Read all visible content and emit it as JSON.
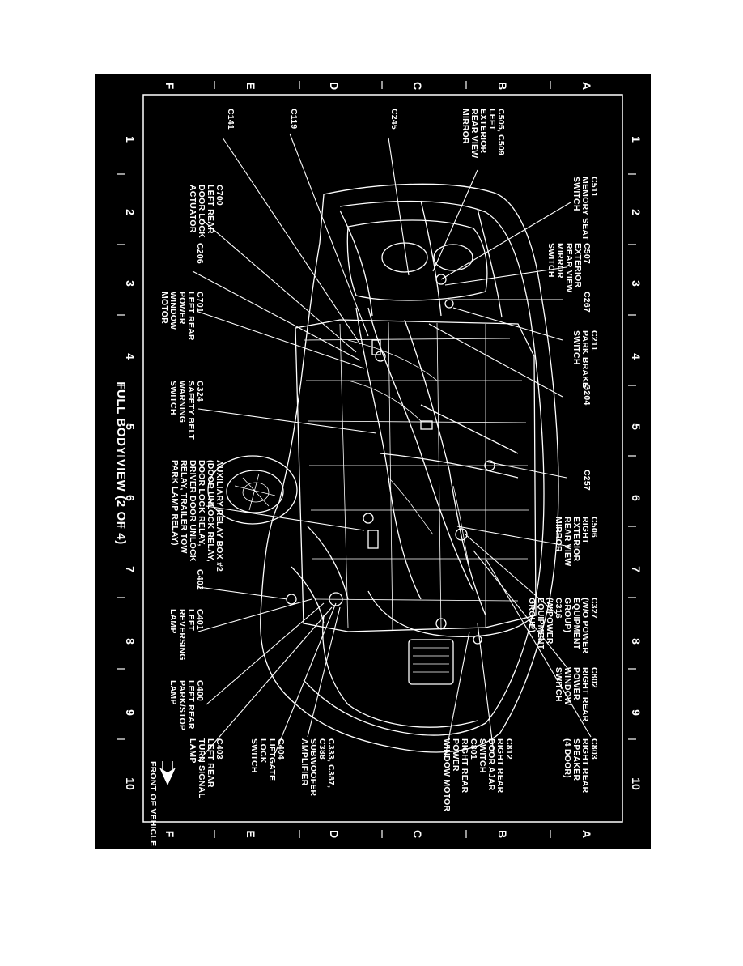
{
  "title": "FULL BODY VIEW (2 OF 4)",
  "front_label": "FRONT OF VEHICLE",
  "grid": {
    "numbers": [
      "1",
      "2",
      "3",
      "4",
      "5",
      "6",
      "7",
      "8",
      "9",
      "10"
    ],
    "letters": [
      "A",
      "B",
      "C",
      "D",
      "E",
      "F"
    ]
  },
  "callouts": [
    {
      "id": "c505",
      "lines": [
        "C505, C509",
        "LEFT",
        "EXTERIOR",
        "REAR VIEW",
        "MIRROR"
      ]
    },
    {
      "id": "c245",
      "lines": [
        "C245"
      ]
    },
    {
      "id": "c119",
      "lines": [
        "C119"
      ]
    },
    {
      "id": "c141",
      "lines": [
        "C141"
      ]
    },
    {
      "id": "c511",
      "lines": [
        "C511",
        "MEMORY SEAT",
        "SWITCH"
      ]
    },
    {
      "id": "c700",
      "lines": [
        "C700",
        "LEFT REAR",
        "DOOR LOCK",
        "ACTUATOR"
      ]
    },
    {
      "id": "c507",
      "lines": [
        "C507",
        "EXTERIOR",
        "REAR VIEW",
        "MIRROR",
        "SWITCH"
      ]
    },
    {
      "id": "c206",
      "lines": [
        "C206"
      ]
    },
    {
      "id": "c267",
      "lines": [
        "C267"
      ]
    },
    {
      "id": "c701",
      "lines": [
        "C701",
        "LEFT REAR",
        "POWER",
        "WINDOW",
        "MOTOR"
      ]
    },
    {
      "id": "c211",
      "lines": [
        "C211",
        "PARK BRAKE",
        "SWITCH"
      ]
    },
    {
      "id": "g204",
      "lines": [
        "G204"
      ]
    },
    {
      "id": "c324",
      "lines": [
        "C324",
        "SAFETY BELT",
        "WARNING",
        "SWITCH"
      ]
    },
    {
      "id": "c257",
      "lines": [
        "C257"
      ]
    },
    {
      "id": "aux",
      "lines": [
        "AUXILIARY RELAY BOX #2",
        "(DOOR UNLOCK RELAY,",
        "DOOR LOCK RELAY,",
        "DRIVER DOOR UNLOCK",
        "RELAY, TRAILER TOW",
        "PARK LAMP RELAY)"
      ]
    },
    {
      "id": "c506",
      "lines": [
        "C506",
        "RIGHT",
        "EXTERIOR",
        "REAR VIEW",
        "MIRROR"
      ]
    },
    {
      "id": "c402",
      "lines": [
        "C402"
      ]
    },
    {
      "id": "c327",
      "lines": [
        "C327",
        "(W/O POWER",
        "EQUIPMENT",
        "GROUP)",
        "C316",
        "(W/POWER",
        "EQUIPMENT",
        "GROUP)"
      ]
    },
    {
      "id": "c401",
      "lines": [
        "C401",
        "LEFT",
        "REVERSING",
        "LAMP"
      ]
    },
    {
      "id": "c802",
      "lines": [
        "C802",
        "RIGHT REAR",
        "POWER",
        "WINDOW",
        "SWITCH"
      ]
    },
    {
      "id": "c400",
      "lines": [
        "C400",
        "LEFT REAR",
        "PARK/STOP",
        "LAMP"
      ]
    },
    {
      "id": "c803",
      "lines": [
        "C803",
        "RIGHT REAR",
        "SPEAKER",
        "(4 DOOR)"
      ]
    },
    {
      "id": "c812",
      "lines": [
        "C812",
        "RIGHT REAR",
        "DOOR AJAR",
        "SWITCH",
        "C801",
        "RIGHT REAR",
        "POWER",
        "WINDOW MOTOR"
      ]
    },
    {
      "id": "c333",
      "lines": [
        "C333, C387,",
        "C388",
        "SUBWOOFER",
        "AMPLIFIER"
      ]
    },
    {
      "id": "c404",
      "lines": [
        "C404",
        "LIFTGATE",
        "LOCK",
        "SWITCH"
      ]
    },
    {
      "id": "c403",
      "lines": [
        "C403",
        "LEFT REAR",
        "TURN SIGNAL",
        "LAMP"
      ]
    }
  ]
}
